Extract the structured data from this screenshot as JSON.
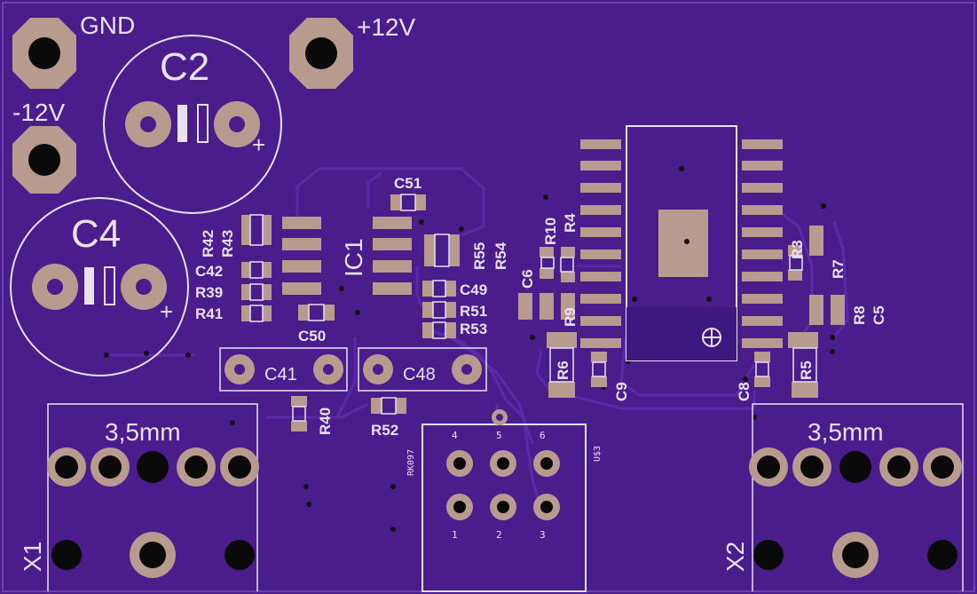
{
  "board": {
    "substrate_color": "#4a1c8c",
    "trace_color": "#5a2aa8",
    "silk_color": "#e8e2f0",
    "pad_color": "#b99a8f"
  },
  "power": {
    "gnd": "GND",
    "pos12": "+12V",
    "neg12": "-12V"
  },
  "caps": {
    "c2": "C2",
    "c4": "C4",
    "plus": "+"
  },
  "ic1": "IC1",
  "parts_left": {
    "r42": "R42",
    "r43": "R43",
    "c42": "C42",
    "r39": "R39",
    "r41": "R41",
    "c50": "C50",
    "c51": "C51",
    "r55": "R55",
    "r54": "R54",
    "c49": "C49",
    "r51": "R51",
    "r53": "R53",
    "c41": "C41",
    "c48": "C48",
    "r40": "R40",
    "r52": "R52"
  },
  "parts_right": {
    "r10": "R10",
    "r4": "R4",
    "c6": "C6",
    "r9": "R9",
    "r6": "R6",
    "c9": "C9",
    "r3": "R3",
    "r7": "R7",
    "r8": "R8",
    "c5": "C5",
    "c8": "C8",
    "r5": "R5"
  },
  "jacks": {
    "x1_size": "3,5mm",
    "x2_size": "3,5mm",
    "x1": "X1",
    "x2": "X2"
  },
  "pot": {
    "name": "U$3",
    "model": "RK097",
    "pins": [
      "4",
      "5",
      "6",
      "1",
      "2",
      "3"
    ]
  }
}
